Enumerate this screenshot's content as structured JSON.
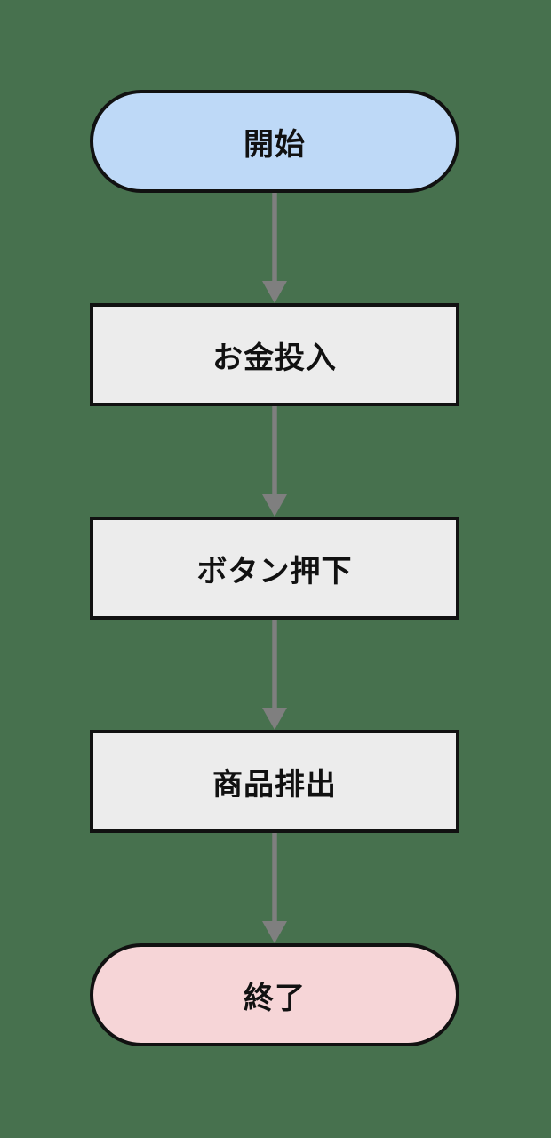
{
  "canvas": {
    "background": "#47714e"
  },
  "flowchart": {
    "title": "",
    "connector_color": "#7f7f7f",
    "border_color": "#111111",
    "nodes": [
      {
        "id": "start",
        "type": "terminator",
        "label": "開始",
        "fill": "#bed9f7"
      },
      {
        "id": "insert-money",
        "type": "process",
        "label": "お金投入",
        "fill": "#ececec"
      },
      {
        "id": "press-button",
        "type": "process",
        "label": "ボタン押下",
        "fill": "#ececec"
      },
      {
        "id": "dispense-product",
        "type": "process",
        "label": "商品排出",
        "fill": "#ececec"
      },
      {
        "id": "end",
        "type": "terminator",
        "label": "終了",
        "fill": "#f6d5d7"
      }
    ],
    "connectors": [
      {
        "from": "start",
        "to": "insert-money"
      },
      {
        "from": "insert-money",
        "to": "press-button"
      },
      {
        "from": "press-button",
        "to": "dispense-product"
      },
      {
        "from": "dispense-product",
        "to": "end"
      }
    ]
  }
}
